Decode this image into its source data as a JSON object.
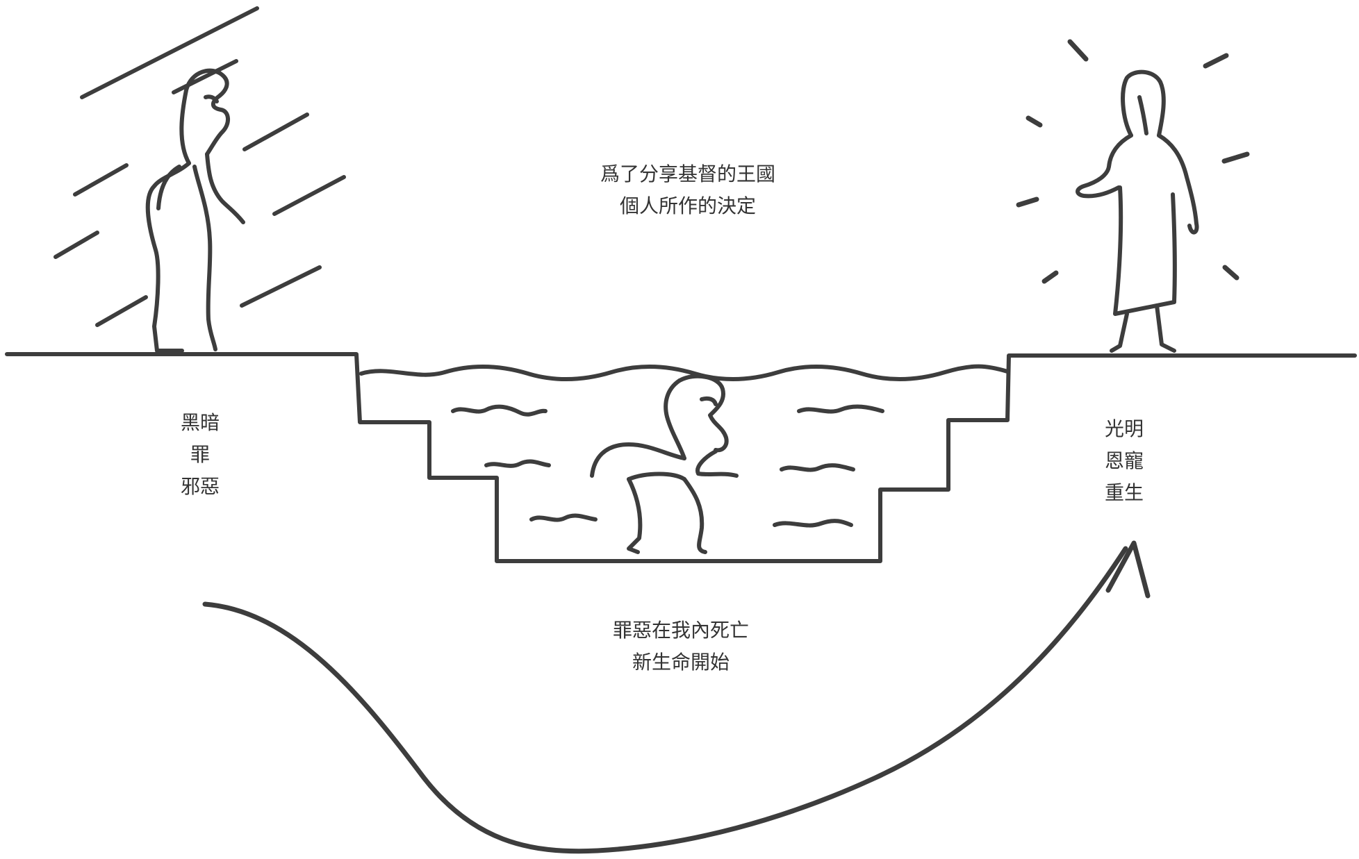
{
  "diagram": {
    "top_caption": [
      "爲了分享基督的王國",
      "個人所作的決定"
    ],
    "left_caption": [
      "黑暗",
      "罪",
      "邪惡"
    ],
    "right_caption": [
      "光明",
      "恩寵",
      "重生"
    ],
    "bottom_caption": [
      "罪惡在我內死亡",
      "新生命開始"
    ],
    "ink_color": "#3d3d3d"
  }
}
